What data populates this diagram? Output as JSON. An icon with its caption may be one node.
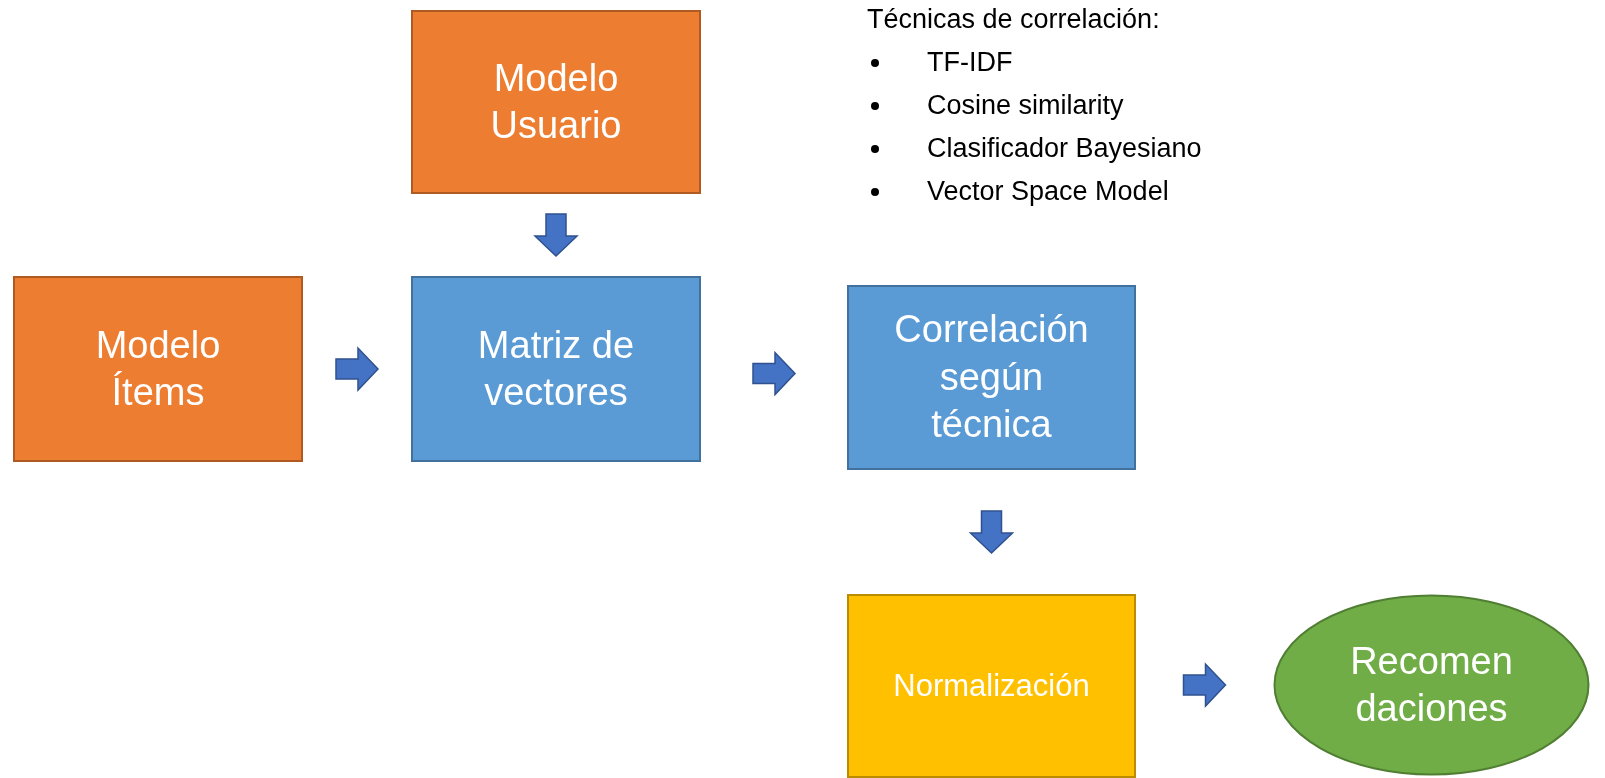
{
  "diagram": {
    "nodes": [
      {
        "text": [
          "Modelo Usuario"
        ]
      },
      {
        "text": [
          "Modelo Ítems"
        ]
      },
      {
        "text": [
          "Matriz de vectores"
        ]
      },
      {
        "text": [
          "Correlación según técnica"
        ]
      },
      {
        "text": [
          "Normalización"
        ]
      },
      {
        "text": [
          "Recomen daciones"
        ]
      }
    ],
    "edges": [
      {
        "from": 0,
        "to": 2,
        "arrow": "to"
      },
      {
        "from": 1,
        "to": 2,
        "arrow": "to"
      },
      {
        "from": 2,
        "to": 3,
        "arrow": "to"
      },
      {
        "from": 3,
        "to": 4,
        "arrow": "to"
      },
      {
        "from": 4,
        "to": 5,
        "arrow": "to"
      }
    ],
    "labels": [
      "Técnicas de correlación:",
      "TF-IDF",
      "Cosine similarity",
      "Clasificador Bayesiano",
      "Vector Space Model"
    ]
  }
}
